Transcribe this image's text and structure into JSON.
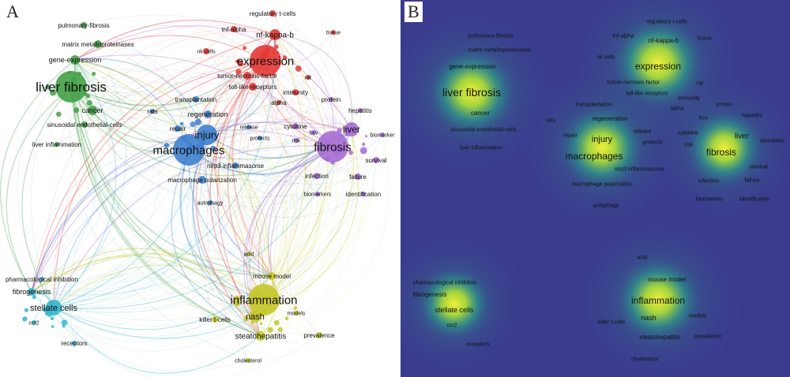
{
  "panel_labels": {
    "a": "A",
    "b": "B"
  },
  "cluster_colors": {
    "red": "#e53935",
    "green": "#43a047",
    "blue": "#3f7fd0",
    "purple": "#a66bd3",
    "yellow": "#c6c62a",
    "cyan": "#35b7cc"
  },
  "density_colors": {
    "background": "#3b3b8e",
    "mid": "#2c9c8a",
    "peak": "#f2ee3a"
  },
  "terms": {
    "pulmonary_fibrosis": "pulmonary-fibrosis",
    "matrix_metalloproteinases": "matrix metalloproteinases",
    "gene_expression": "gene-expression",
    "liver_fibrosis": "liver fibrosis",
    "cancer": "cancer",
    "sinusoidal": "sinusoidal endothelial-cells",
    "liver_inflammation": "liver inflammation",
    "regulatory_t_cells": "regulatory t-cells",
    "tnf_alpha": "tnf-alpha",
    "nf_kappa_b": "nf-kappa-b",
    "tissue": "tissue",
    "nk_cells": "nk cells",
    "expression": "expression",
    "tnf_factor": "tumor-necrosis-factor",
    "toll_like": "toll-like receptors",
    "rat": "rat",
    "immunity": "immunity",
    "alpha": "alpha",
    "transplantation": "transplantation",
    "protein": "protein",
    "hepatitis": "hepatitis",
    "rats": "rats",
    "regeneration": "regeneration",
    "repair": "repair",
    "release": "release",
    "protects": "protects",
    "cytokine": "cytokine",
    "hcv": "hcv",
    "risk": "risk",
    "liver": "liver",
    "biomarker": "biomarker",
    "injury": "injury",
    "macrophages": "macrophages",
    "fibrosis": "fibrosis",
    "survival": "survival",
    "nlrp3": "nlrp3 inflammasome",
    "infection": "infection",
    "failure": "failure",
    "macrophage_polarization": "macrophage polarization",
    "biomarkers": "biomarkers",
    "identification": "identification",
    "autophagy": "autophagy",
    "acid": "acid",
    "mouse_model": "mouse model",
    "pharmacological_inhibition": "pharmacological inhibition",
    "fibrogenesis": "fibrogenesis",
    "inflammation": "inflammation",
    "stellate_cells": "stellate cells",
    "killer_t_cells": "killer t-cells",
    "nash": "nash",
    "models": "models",
    "ccr2": "ccr2",
    "steatohepatitis": "steatohepatitis",
    "prevalence": "prevalence",
    "receptors": "receptors",
    "cholesterol": "cholesterol"
  }
}
